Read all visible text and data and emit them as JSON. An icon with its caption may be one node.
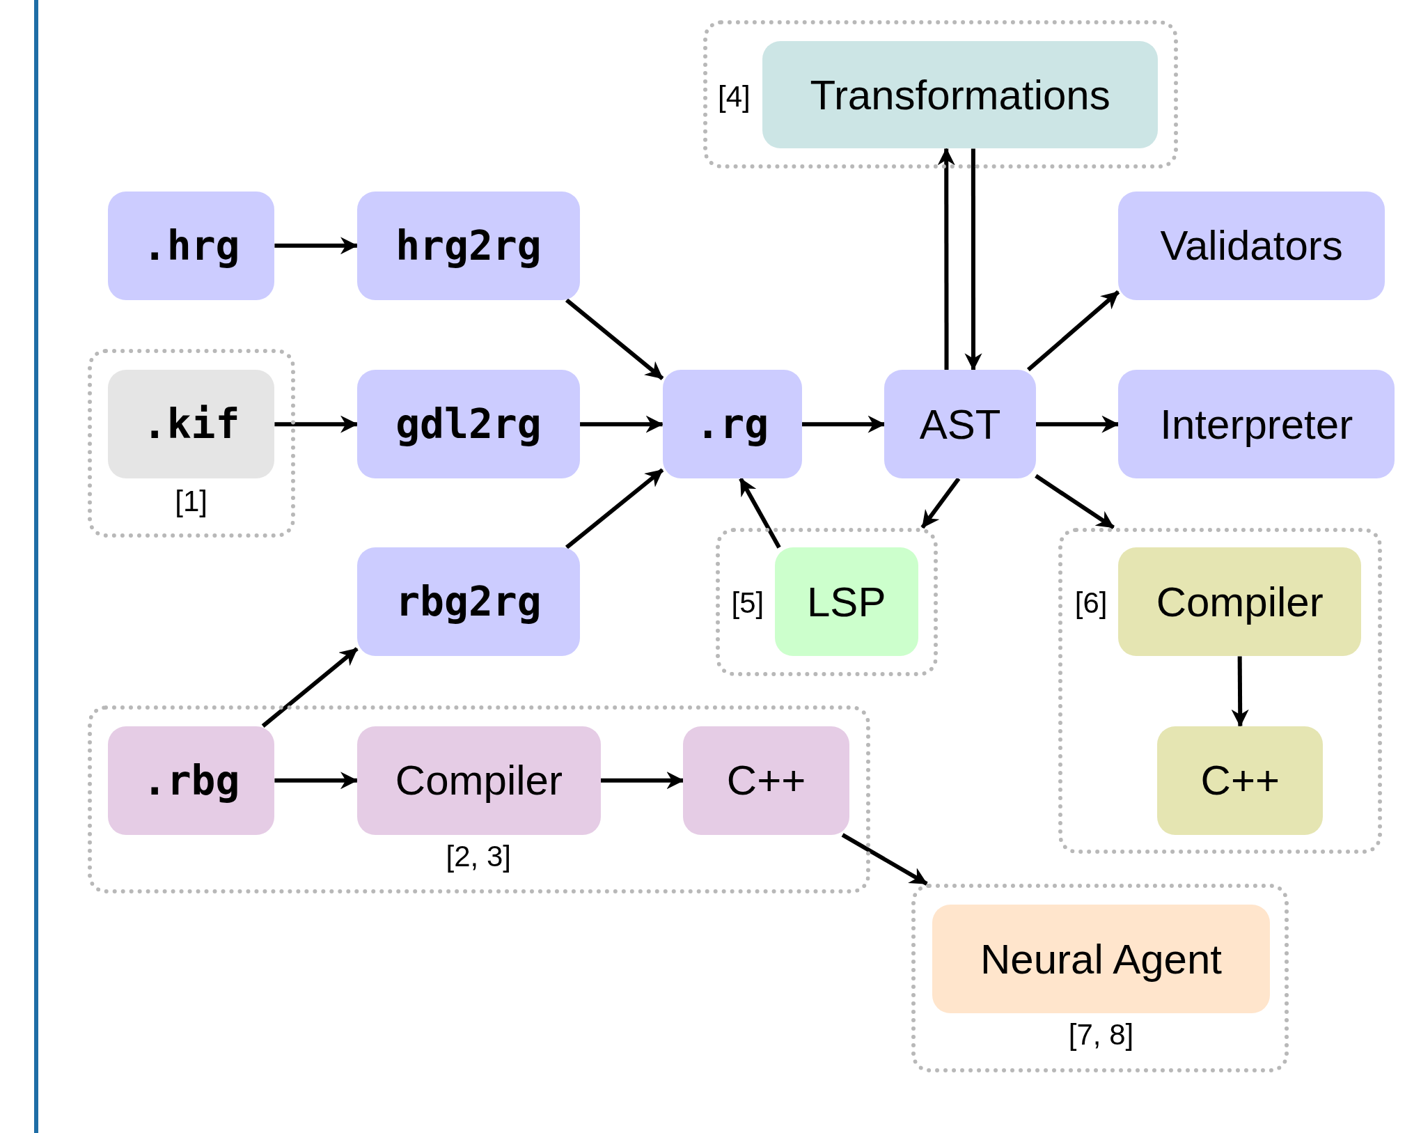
{
  "diagram": {
    "nodes": [
      {
        "text": [
          "[4]"
        ]
      },
      {
        "text": [
          "Transformations"
        ],
        "in": 0
      },
      {
        "text": [
          ".hrg"
        ]
      },
      {
        "text": [
          "hrg2rg"
        ]
      },
      {
        "text": [
          "Validators"
        ]
      },
      {
        "text": [
          "[1]"
        ]
      },
      {
        "text": [
          ".kif"
        ],
        "in": 5
      },
      {
        "text": [
          "gdl2rg"
        ]
      },
      {
        "text": [
          ".rg"
        ]
      },
      {
        "text": [
          "AST"
        ]
      },
      {
        "text": [
          "Interpreter"
        ]
      },
      {
        "text": [
          "rbg2rg"
        ]
      },
      {
        "text": [
          "[5]"
        ]
      },
      {
        "text": [
          "LSP"
        ],
        "in": 12
      },
      {
        "text": [
          "[6]"
        ]
      },
      {
        "text": [
          "Compiler"
        ],
        "in": 14
      },
      {
        "text": [
          "C++"
        ],
        "in": 14
      },
      {
        "text": [
          "[2, 3]"
        ]
      },
      {
        "text": [
          ".rbg"
        ],
        "in": 17
      },
      {
        "text": [
          "Compiler"
        ],
        "in": 17
      },
      {
        "text": [
          "C++"
        ],
        "in": 17
      },
      {
        "text": [
          "[7, 8]"
        ]
      },
      {
        "text": [
          "Neural Agent"
        ],
        "in": 21
      }
    ],
    "edges": [
      {
        "from": 2,
        "to": 3,
        "arrow": "to"
      },
      {
        "from": 3,
        "to": 8,
        "arrow": "to"
      },
      {
        "from": 6,
        "to": 7,
        "arrow": "to"
      },
      {
        "from": 7,
        "to": 8,
        "arrow": "to"
      },
      {
        "from": 11,
        "to": 8,
        "arrow": "to"
      },
      {
        "from": 8,
        "to": 9,
        "arrow": "to"
      },
      {
        "from": 9,
        "to": 1,
        "arrow": "to"
      },
      {
        "from": 1,
        "to": 9,
        "arrow": "to"
      },
      {
        "from": 9,
        "to": 4,
        "arrow": "to"
      },
      {
        "from": 9,
        "to": 10,
        "arrow": "to"
      },
      {
        "from": 9,
        "to": 12,
        "arrow": "to"
      },
      {
        "from": 13,
        "to": 8,
        "arrow": "to"
      },
      {
        "from": 9,
        "to": 14,
        "arrow": "to"
      },
      {
        "from": 15,
        "to": 16,
        "arrow": "to"
      },
      {
        "from": 18,
        "to": 11,
        "arrow": "to"
      },
      {
        "from": 18,
        "to": 19,
        "arrow": "to"
      },
      {
        "from": 19,
        "to": 20,
        "arrow": "to"
      },
      {
        "from": 20,
        "to": 21,
        "arrow": "to"
      }
    ]
  }
}
